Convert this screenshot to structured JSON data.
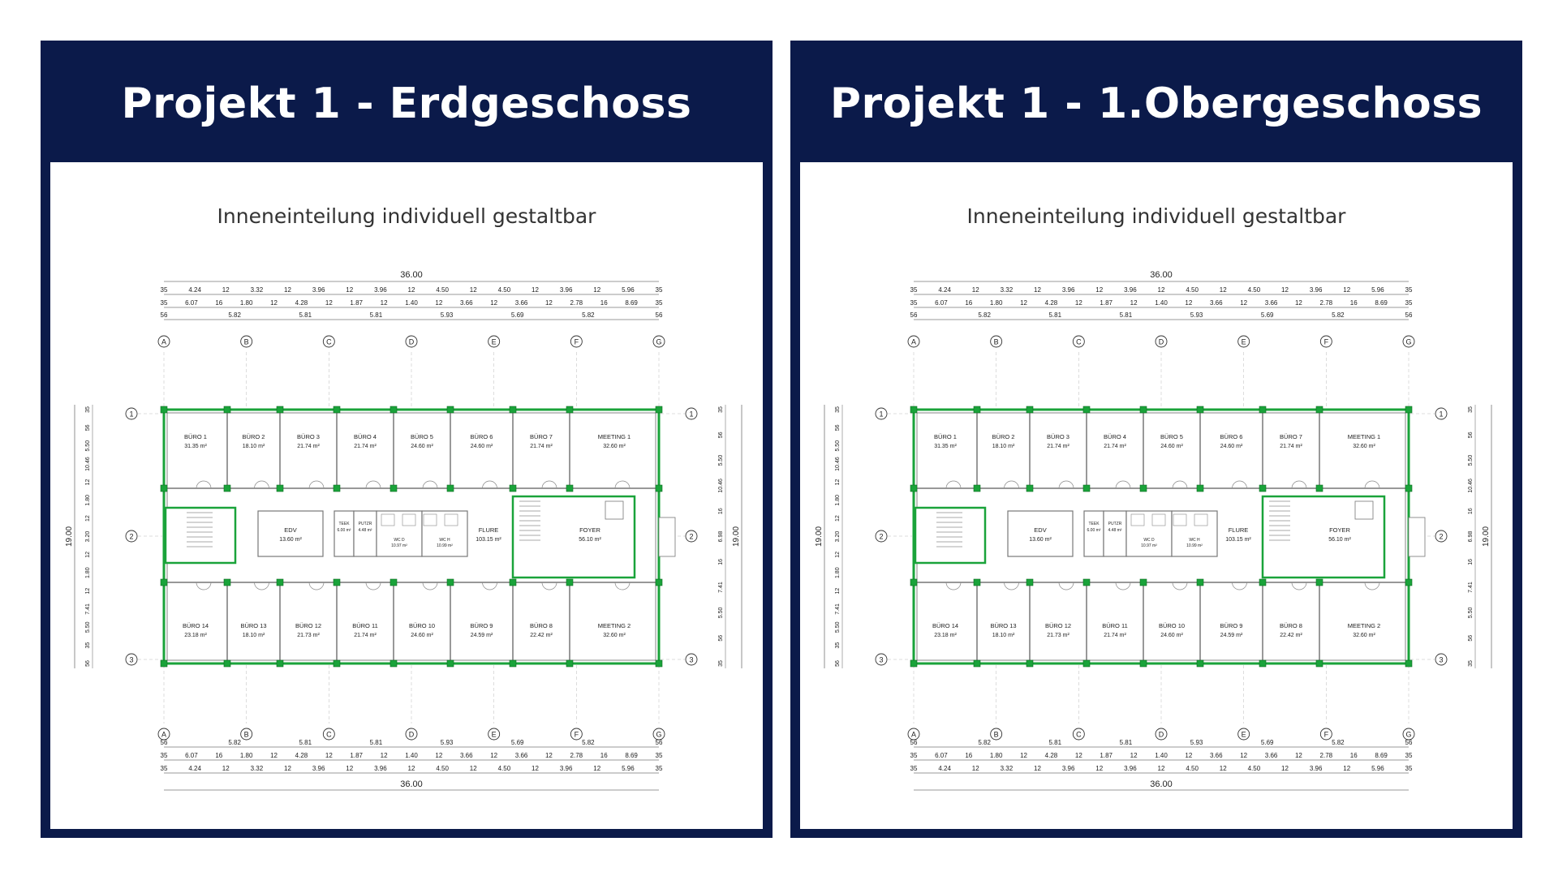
{
  "panels": [
    {
      "title": "Projekt 1 - Erdgeschoss",
      "subtitle": "Inneneinteilung individuell gestaltbar"
    },
    {
      "title": "Projekt 1 - 1.Obergeschoss",
      "subtitle": "Inneneinteilung individuell gestaltbar"
    }
  ],
  "plan": {
    "axes": [
      "A",
      "B",
      "C",
      "D",
      "E",
      "F",
      "G"
    ],
    "rows": [
      "1",
      "2",
      "3"
    ],
    "total_width": "36.00",
    "total_depth": "19.00",
    "dim_row1": [
      "35",
      "4.24",
      "12",
      "3.32",
      "12",
      "3.96",
      "12",
      "3.96",
      "12",
      "4.50",
      "12",
      "4.50",
      "12",
      "3.96",
      "12",
      "5.96",
      "35"
    ],
    "dim_row2": [
      "35",
      "6.07",
      "16",
      "1.80",
      "12",
      "4.28",
      "12",
      "1.87",
      "12",
      "1.40",
      "12",
      "3.66",
      "12",
      "3.66",
      "12",
      "2.78",
      "16",
      "8.69",
      "35"
    ],
    "dim_row3": [
      "56",
      "5.82",
      "5.81",
      "5.81",
      "5.93",
      "5.69",
      "5.82",
      "56"
    ],
    "side_dims_left": [
      "35",
      "56",
      "5.50",
      "10.46",
      "12",
      "1.80",
      "12",
      "3.20",
      "12",
      "1.80",
      "12",
      "7.41",
      "5.50",
      "35",
      "56"
    ],
    "side_dims_right": [
      "35",
      "56",
      "5.50",
      "10.46",
      "16",
      "6.98",
      "16",
      "7.41",
      "5.50",
      "56",
      "35"
    ],
    "rooms_top": [
      {
        "name": "BÜRO 1",
        "area": "31.35 m²"
      },
      {
        "name": "BÜRO 2",
        "area": "18.10 m²"
      },
      {
        "name": "BÜRO 3",
        "area": "21.74 m²"
      },
      {
        "name": "BÜRO 4",
        "area": "21.74 m²"
      },
      {
        "name": "BÜRO 5",
        "area": "24.60 m²"
      },
      {
        "name": "BÜRO 6",
        "area": "24.60 m²"
      },
      {
        "name": "BÜRO 7",
        "area": "21.74 m²"
      },
      {
        "name": "MEETING 1",
        "area": "32.60 m²"
      }
    ],
    "rooms_bottom": [
      {
        "name": "BÜRO 14",
        "area": "23.18 m²"
      },
      {
        "name": "BÜRO 13",
        "area": "18.10 m²"
      },
      {
        "name": "BÜRO 12",
        "area": "21.73 m²"
      },
      {
        "name": "BÜRO 11",
        "area": "21.74 m²"
      },
      {
        "name": "BÜRO 10",
        "area": "24.60 m²"
      },
      {
        "name": "BÜRO 9",
        "area": "24.59 m²"
      },
      {
        "name": "BÜRO 8",
        "area": "22.42 m²"
      },
      {
        "name": "MEETING 2",
        "area": "32.60 m²"
      }
    ],
    "middle": {
      "edv": {
        "name": "EDV",
        "area": "13.60 m²"
      },
      "teek": {
        "name": "TEEK",
        "area": "6.00 m²"
      },
      "putzr": {
        "name": "PUTZR",
        "area": "4.48 m²"
      },
      "wcd": {
        "name": "WC D",
        "area": "10.97 m²"
      },
      "wch": {
        "name": "WC H",
        "area": "10.99 m²"
      },
      "flure": {
        "name": "FLURE",
        "area": "103.15 m²"
      },
      "foyer": {
        "name": "FOYER",
        "area": "56.10 m²"
      }
    }
  },
  "colors": {
    "navy": "#0b1a4a",
    "wall_green": "#1aa33a",
    "line": "#555555"
  }
}
